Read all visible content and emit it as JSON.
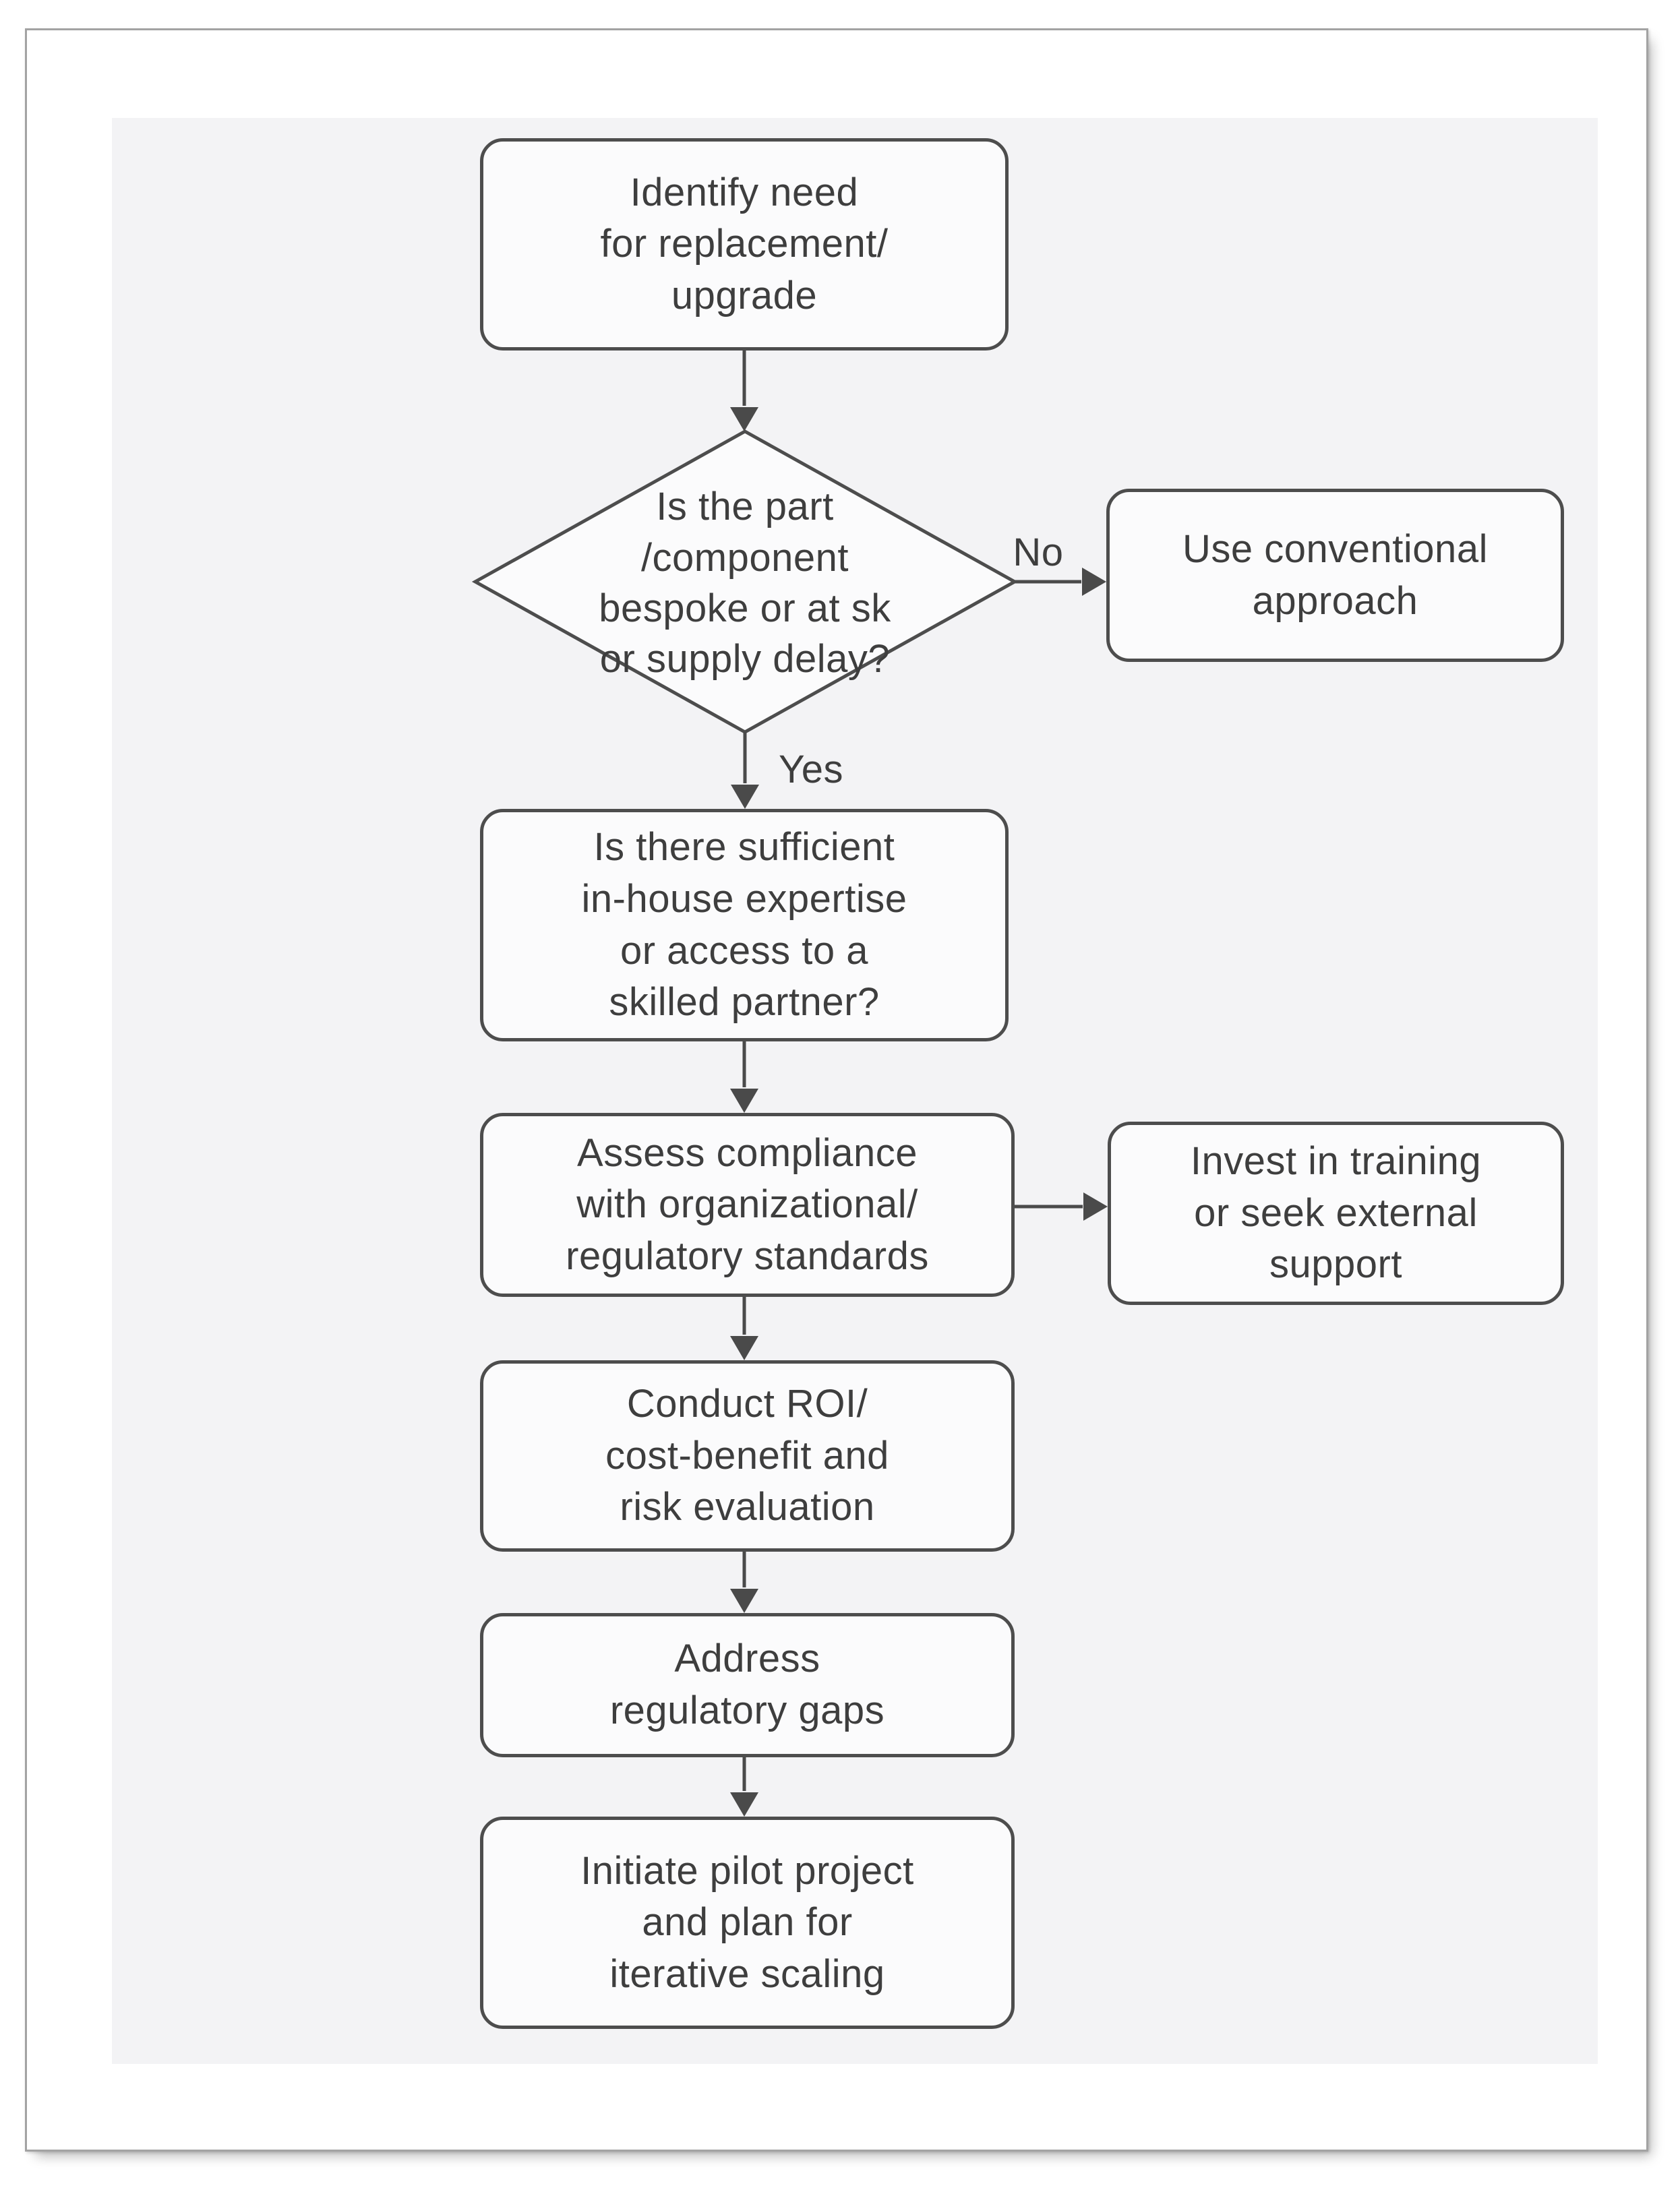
{
  "colors": {
    "node_border": "#4d4d4d",
    "node_fill": "#fbfbfc",
    "text": "#3e3e3e",
    "arrow": "#4a4a4a",
    "canvas_bg": "#f3f3f5",
    "page_bg": "#ffffff",
    "page_border": "#a3a3a3"
  },
  "flowchart": {
    "nodes": {
      "identify": {
        "type": "process",
        "text": "Identify need\nfor replacement/\nupgrade"
      },
      "decision": {
        "type": "decision",
        "text": "Is the part\n/component\nbespoke or at sk\nor supply delay?"
      },
      "conventional": {
        "type": "process",
        "text": "Use conventional\napproach"
      },
      "expertise": {
        "type": "process",
        "text": "Is there sufficient\nin-house expertise\nor access to a\nskilled partner?"
      },
      "assess": {
        "type": "process",
        "text": "Assess compliance\nwith organizational/\nregulatory standards"
      },
      "invest": {
        "type": "process",
        "text": "Invest in training\nor seek external\nsupport"
      },
      "roi": {
        "type": "process",
        "text": "Conduct ROI/\ncost-benefit and\nrisk evaluation"
      },
      "gaps": {
        "type": "process",
        "text": "Address\nregulatory gaps"
      },
      "pilot": {
        "type": "process",
        "text": "Initiate pilot project\nand plan for\niterative scaling"
      }
    },
    "edge_labels": {
      "no": "No",
      "yes": "Yes"
    },
    "edges": [
      {
        "from": "identify",
        "to": "decision"
      },
      {
        "from": "decision",
        "to": "conventional",
        "label": "No"
      },
      {
        "from": "decision",
        "to": "expertise",
        "label": "Yes"
      },
      {
        "from": "expertise",
        "to": "assess"
      },
      {
        "from": "assess",
        "to": "invest"
      },
      {
        "from": "assess",
        "to": "roi"
      },
      {
        "from": "roi",
        "to": "gaps"
      },
      {
        "from": "gaps",
        "to": "pilot"
      }
    ]
  }
}
